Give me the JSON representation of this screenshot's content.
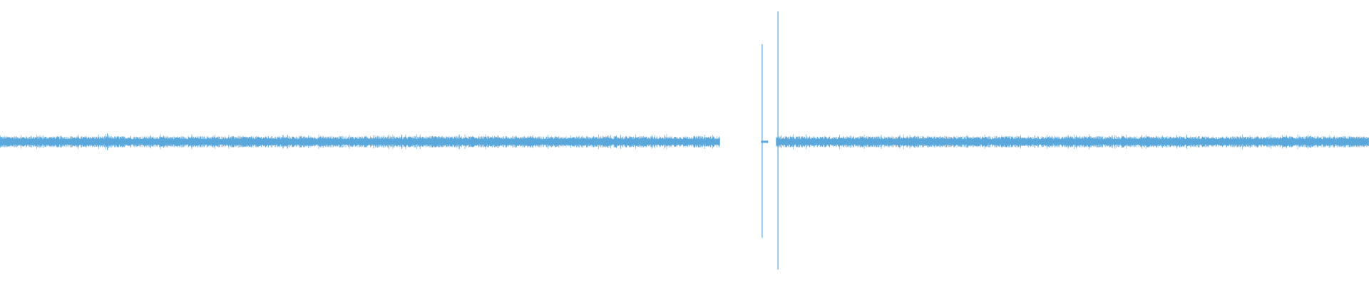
{
  "colors": {
    "background": "#ffffff",
    "waveform": "#5aa7dc"
  },
  "chart_data": {
    "type": "line",
    "title": "",
    "xlabel": "",
    "ylabel": "",
    "grid": false,
    "legend": "none",
    "ylim": [
      -1,
      1
    ],
    "xlim": [
      0,
      1
    ],
    "series": [
      {
        "segments": [
          {
            "start": 0.0,
            "end": 0.526,
            "amplitude": 0.04
          },
          {
            "start": 0.556,
            "end": 0.561,
            "amplitude": 0.01
          },
          {
            "start": 0.567,
            "end": 1.0,
            "amplitude": 0.04
          }
        ],
        "transients": [
          {
            "x": 0.0785,
            "amplitude": 0.06
          },
          {
            "x": 0.2935,
            "amplitude": 0.05
          },
          {
            "x": 0.5567,
            "amplitude": 0.69
          },
          {
            "x": 0.5683,
            "amplitude": 0.92
          }
        ]
      }
    ]
  }
}
